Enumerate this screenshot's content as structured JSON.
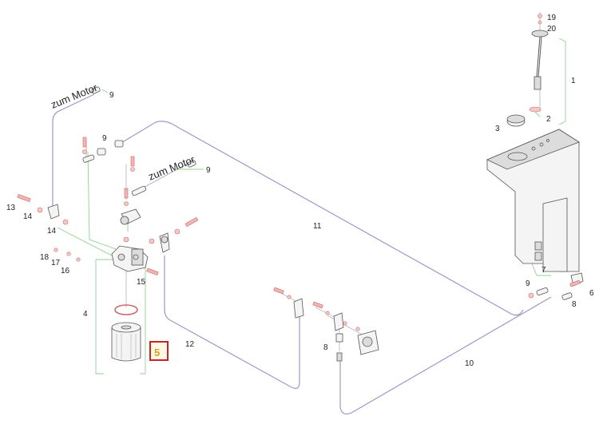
{
  "diagram": {
    "annotations": {
      "motor_label_1": "zum Motor",
      "motor_label_2": "zum Motor"
    },
    "callouts": [
      {
        "id": "c1",
        "text": "1"
      },
      {
        "id": "c2",
        "text": "2"
      },
      {
        "id": "c3",
        "text": "3"
      },
      {
        "id": "c4",
        "text": "4"
      },
      {
        "id": "c5",
        "text": "5"
      },
      {
        "id": "c6",
        "text": "6"
      },
      {
        "id": "c7",
        "text": "7"
      },
      {
        "id": "c8a",
        "text": "8"
      },
      {
        "id": "c8b",
        "text": "8"
      },
      {
        "id": "c9a",
        "text": "9"
      },
      {
        "id": "c9b",
        "text": "9"
      },
      {
        "id": "c9c",
        "text": "9"
      },
      {
        "id": "c9d",
        "text": "9"
      },
      {
        "id": "c10",
        "text": "10"
      },
      {
        "id": "c11",
        "text": "11"
      },
      {
        "id": "c12",
        "text": "12"
      },
      {
        "id": "c13",
        "text": "13"
      },
      {
        "id": "c14a",
        "text": "14"
      },
      {
        "id": "c14b",
        "text": "14"
      },
      {
        "id": "c15",
        "text": "15"
      },
      {
        "id": "c16",
        "text": "16"
      },
      {
        "id": "c17",
        "text": "17"
      },
      {
        "id": "c18",
        "text": "18"
      },
      {
        "id": "c19",
        "text": "19"
      },
      {
        "id": "c20",
        "text": "20"
      }
    ],
    "selected_callout": "5",
    "colors": {
      "selection": "#cc2222",
      "selection_text": "#d9a21b",
      "leader": "#8fd18f",
      "hose": "#9a9ac9",
      "fastener": "#f2b4b4"
    }
  }
}
